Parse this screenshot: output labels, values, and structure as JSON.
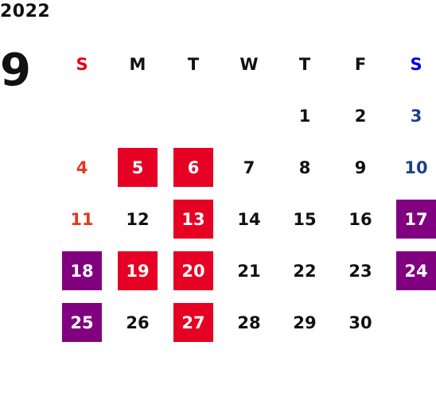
{
  "calendar": {
    "year": "2022",
    "month": "9",
    "weekdays": [
      "S",
      "M",
      "T",
      "W",
      "T",
      "F",
      "S"
    ],
    "weeks": [
      [
        "",
        "",
        "",
        "",
        "1",
        "2",
        "3"
      ],
      [
        "4",
        "5",
        "6",
        "7",
        "8",
        "9",
        "10"
      ],
      [
        "11",
        "12",
        "13",
        "14",
        "15",
        "16",
        "17"
      ],
      [
        "18",
        "19",
        "20",
        "21",
        "22",
        "23",
        "24"
      ],
      [
        "25",
        "26",
        "27",
        "28",
        "29",
        "30",
        ""
      ]
    ]
  },
  "colors": {
    "sunday_header": "#e60012",
    "saturday_header": "#0000ee",
    "sunday_date": "#e13a1e",
    "saturday_date": "#1d3f8f",
    "highlight_red": "#e60023",
    "highlight_purple": "#800080"
  }
}
